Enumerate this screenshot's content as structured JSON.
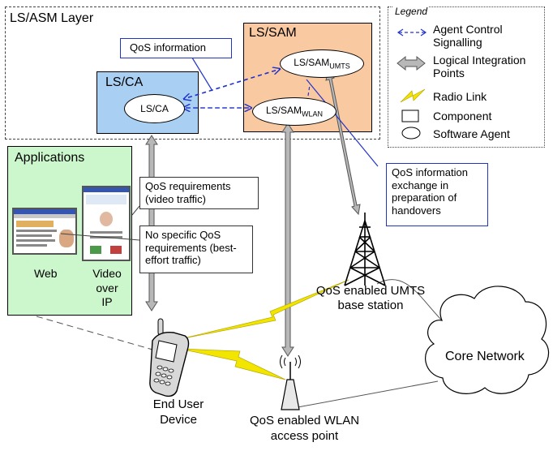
{
  "layer": {
    "title": "LS/ASM Layer"
  },
  "qos_info_label": "QoS information",
  "lsca": {
    "title": "LS/CA",
    "agent": "LS/CA"
  },
  "lssam": {
    "title": "LS/SAM",
    "agent_umts_main": "LS/SAM",
    "agent_umts_sub": "UMTS",
    "agent_wlan_main": "LS/SAM",
    "agent_wlan_sub": "WLAN"
  },
  "legend": {
    "title": "Legend",
    "items": [
      "Agent Control Signalling",
      "Logical Integration Points",
      "Radio Link",
      "Component",
      "Software Agent"
    ]
  },
  "applications": {
    "title": "Applications",
    "web_label": "Web",
    "video_label": "Video over IP"
  },
  "notes": {
    "video_req": "QoS requirements (video traffic)",
    "no_req": "No specific QoS requirements (best-effort traffic)",
    "handover": "QoS information exchange in preparation of handovers"
  },
  "devices": {
    "end_user": "End User Device",
    "umts": "QoS enabled UMTS base station",
    "wlan": "QoS enabled WLAN access point",
    "core": "Core Network"
  },
  "colors": {
    "lsca_fill": "#a9cff2",
    "lssam_fill": "#f9c9a2",
    "apps_fill": "#ccf7cc",
    "signal_blue": "#2233cc",
    "radio_yellow": "#f2e600",
    "arrow_gray": "#b8b8b8"
  }
}
